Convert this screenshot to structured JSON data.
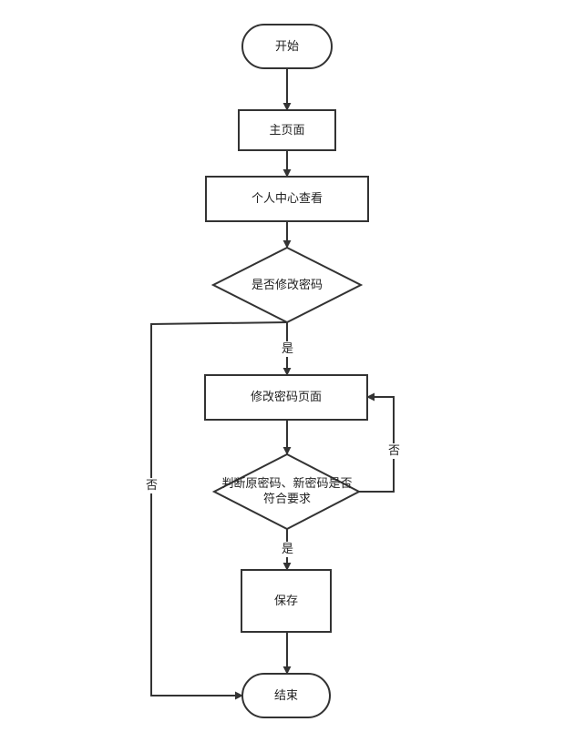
{
  "nodes": {
    "start": "开始",
    "main_page": "主页面",
    "personal_center": "个人中心查看",
    "change_password_question": "是否修改密码",
    "change_password_page": "修改密码页面",
    "validate_question": "判断原密码、新密码是否符合要求",
    "save": "保存",
    "end": "结束"
  },
  "edge_labels": {
    "yes_1": "是",
    "no_1": "否",
    "yes_2": "是",
    "no_2": "否"
  }
}
